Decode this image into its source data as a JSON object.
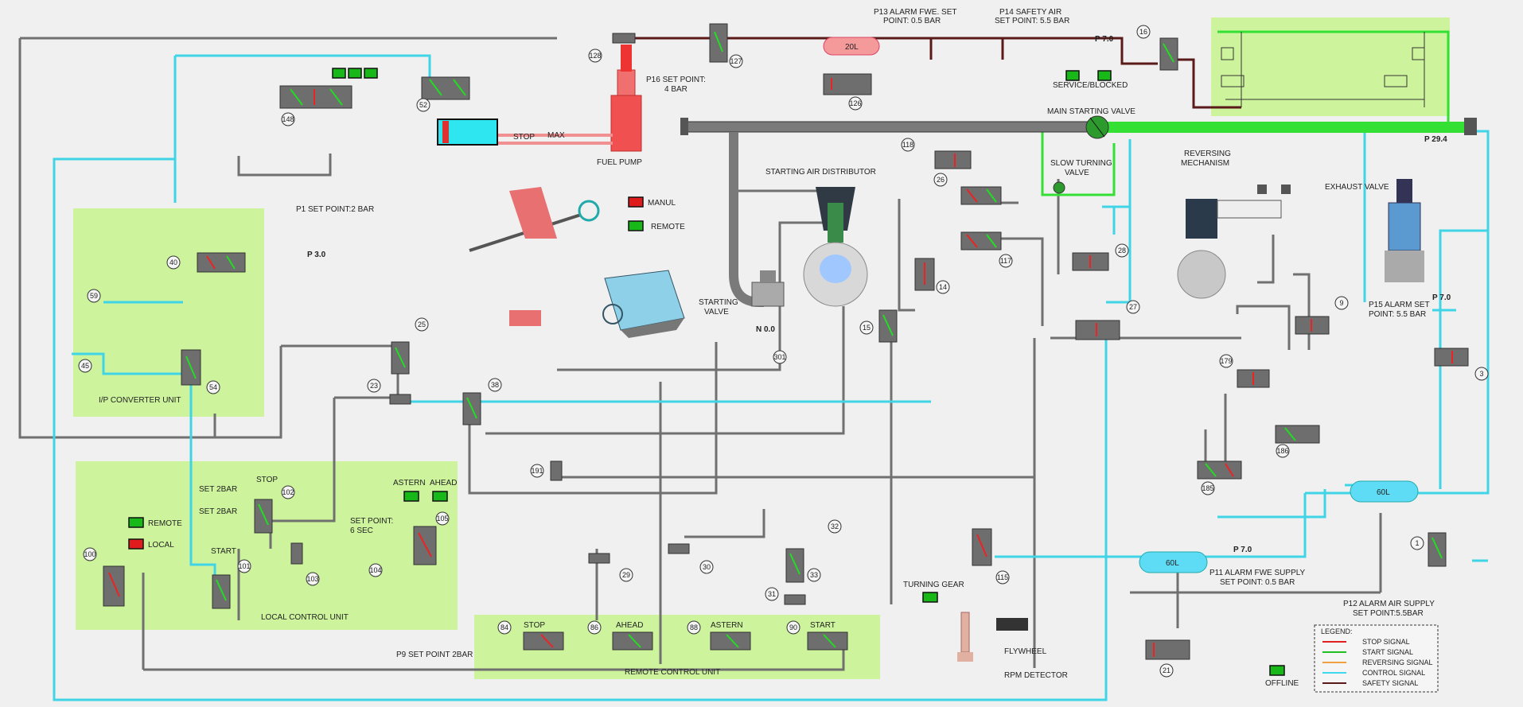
{
  "zones": {
    "ip_converter": "I/P CONVERTER UNIT",
    "local_control": "LOCAL CONTROL UNIT",
    "remote_control": "REMOTE CONTROL UNIT"
  },
  "labels": {
    "p16": "P16 SET POINT:",
    "p16b": "4 BAR",
    "p13": "P13 ALARM FWE. SET",
    "p13b": "POINT: 0.5 BAR",
    "p14": "P14 SAFETY AIR",
    "p14b": "SET POINT: 5.5 BAR",
    "p7_top": "P 7.0",
    "p294": "P 29.4",
    "service": "SERVICE/BLOCKED",
    "main_start": "MAIN STARTING VALVE",
    "slow_turn": "SLOW TURNING",
    "slow_turn_b": "VALVE",
    "reversing": "REVERSING",
    "reversing_b": "MECHANISM",
    "exhaust": "EXHAUST VALVE",
    "p15": "P15 ALARM SET",
    "p15b": "POINT: 5.5 BAR",
    "p7_right": "P 7.0",
    "start_air_dist": "STARTING AIR DISTRIBUTOR",
    "starting_valve": "STARTING",
    "starting_valve_b": "VALVE",
    "n00": "N 0.0",
    "fuel_pump": "FUEL PUMP",
    "stop": "STOP",
    "max": "MAX",
    "manul": "MANUL",
    "remote": "REMOTE",
    "p30": "P 3.0",
    "p1": "P1 SET POINT:2 BAR",
    "set2bar_1": "SET 2BAR",
    "set2bar_2": "SET 2BAR",
    "stop_lc": "STOP",
    "start_lc": "START",
    "remote_lc": "REMOTE",
    "local_lc": "LOCAL",
    "set_point": "SET POINT:",
    "set_point_b": "6 SEC",
    "astern": "ASTERN",
    "ahead": "AHEAD",
    "p9": "P9 SET POINT 2BAR",
    "rc_stop": "STOP",
    "rc_ahead": "AHEAD",
    "rc_astern": "ASTERN",
    "rc_start": "START",
    "turning_gear": "TURNING GEAR",
    "flywheel": "FLYWHEEL",
    "rpm": "RPM DETECTOR",
    "p7_bottom": "P 7.0",
    "p11": "P11 ALARM FWE SUPPLY",
    "p11b": "SET POINT: 0.5 BAR",
    "p12": "P12 ALARM AIR SUPPLY",
    "p12b": "SET POINT:5.5BAR",
    "offline": "OFFLINE"
  },
  "tanks": {
    "t20": "20L",
    "t60a": "60L",
    "t60b": "60L"
  },
  "tags": [
    "128",
    "127",
    "126",
    "16",
    "148",
    "52",
    "118",
    "26",
    "40",
    "59",
    "45",
    "54",
    "25",
    "23",
    "38",
    "14",
    "117",
    "15",
    "28",
    "27",
    "9",
    "179",
    "186",
    "185",
    "3",
    "1",
    "191",
    "301",
    "102",
    "101",
    "100",
    "103",
    "104",
    "105",
    "29",
    "30",
    "32",
    "33",
    "31",
    "84",
    "86",
    "88",
    "90",
    "115",
    "21"
  ],
  "legend": {
    "title": "LEGEND:",
    "items": [
      {
        "label": "STOP SIGNAL",
        "color": "#e02020"
      },
      {
        "label": "START SIGNAL",
        "color": "#20c020"
      },
      {
        "label": "REVERSING SIGNAL",
        "color": "#f0a040"
      },
      {
        "label": "CONTROL SIGNAL",
        "color": "#40d8f0"
      },
      {
        "label": "SAFETY SIGNAL",
        "color": "#5b1a1a"
      }
    ]
  },
  "colors": {
    "stop": "#e02020",
    "start": "#20c020",
    "control": "#3fd4e6",
    "safety": "#5b1a1a",
    "zone": "#c7f58e",
    "lamp_green": "#17b817",
    "lamp_red": "#e01b1b"
  }
}
